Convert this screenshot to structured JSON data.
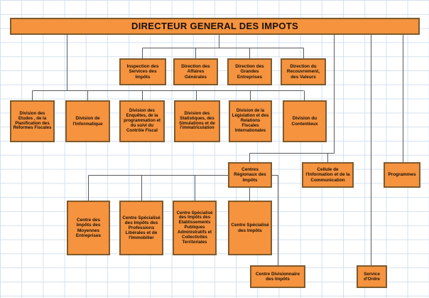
{
  "diagram": {
    "title": "Organigramme - Direction Generale des Impots",
    "colors": {
      "node_fill": "#F5933F",
      "node_border": "#7E5A2C",
      "connector": "#595959",
      "grid": "#d4e0ef",
      "text": "#1a1008"
    },
    "root": {
      "label": "DIRECTEUR GENERAL DES IMPOTS"
    },
    "directions": [
      {
        "label": "Inspection des Services des Impôts"
      },
      {
        "label": "Direction des Affaires Générales"
      },
      {
        "label": "Direction des Grandes Entreprises"
      },
      {
        "label": "Direction du Recouvrement, des Valeurs"
      }
    ],
    "divisions": [
      {
        "label": "Division des Etudes , de la Planification des Réformes Fiscales"
      },
      {
        "label": "Division de l'Informatique"
      },
      {
        "label": "Division des Enquêtes, de la programmation et du suivi du Contrôle Fiscal"
      },
      {
        "label": "Division des Statistiques, des Simulations et de l'immatriculation"
      },
      {
        "label": "Division de la Législation et des Relations Fiscales Internationales"
      },
      {
        "label": "Division du Contentieux"
      }
    ],
    "level4": [
      {
        "label": "Centres Régionaux des Impôts"
      },
      {
        "label": "Cellule de l'Information et de la Communication"
      },
      {
        "label": "Programmes"
      }
    ],
    "centres": [
      {
        "label": "Centre des Impôts des Moyennes Entreprises"
      },
      {
        "label": "Centre Spécialisé des Impôts des Professions Libérales et de l'Immobilier"
      },
      {
        "label": "Centre Spécialisé des Impôts des Etablissements Publiques Administratifs  et Collectivités Territoriales"
      },
      {
        "label": "Centre Spécialisé des Impôts"
      }
    ],
    "bottom": [
      {
        "label": "Centre Divisionnaire des Impôts"
      },
      {
        "label": "Service d'Ordre"
      }
    ]
  }
}
